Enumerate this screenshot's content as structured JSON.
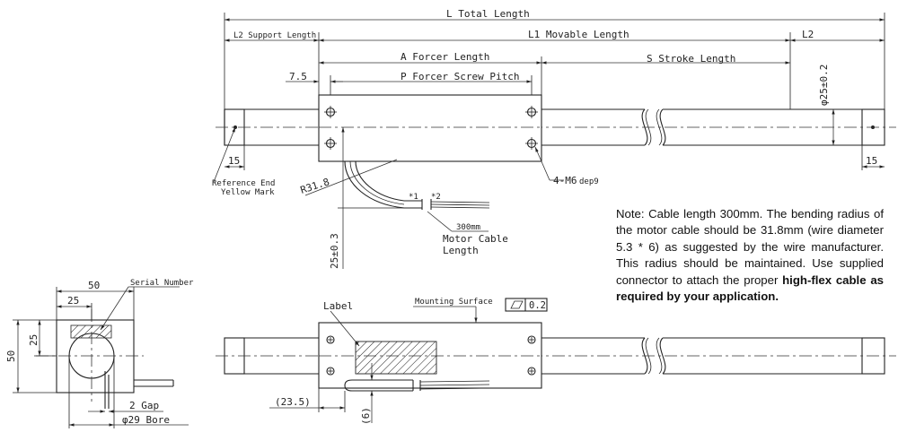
{
  "labels": {
    "total_length": "L Total Length",
    "support_length": "L2 Support Length",
    "movable_length": "L1 Movable Length",
    "l2_right": "L2",
    "forcer_length": "A Forcer Length",
    "stroke_length": "S Stroke Length",
    "forcer_screw_pitch": "P Forcer Screw Pitch",
    "dim_7_5": "7.5",
    "dia_25": "φ25±0.2",
    "dim_15_left": "15",
    "dim_15_right": "15",
    "reference_end_1": "Reference End",
    "reference_end_2": "Yellow Mark",
    "radius": "R31.8",
    "screws": "4-M6",
    "screws_dep": "dep9",
    "mark1": "*1",
    "mark2": "*2",
    "cable_len": "300mm",
    "motor_cable_1": "Motor Cable",
    "motor_cable_2": "Length",
    "dim_25_03": "25±0.3",
    "dim_50_top": "50",
    "serial_number": "Serial Number",
    "dim_25_top": "25",
    "dim_25_side": "25",
    "dim_50_side": "50",
    "gap": "2 Gap",
    "bore": "φ29 Bore",
    "label": "Label",
    "mounting_surface": "Mounting Surface",
    "flatness": "0.2",
    "dim_23_5": "(23.5)",
    "dim_6": "(6)"
  },
  "note": {
    "text": "Note: Cable length 300mm. The bending radius of the motor cable should be 31.8mm (wire diameter 5.3 * 6) as suggested by the wire manufacturer. This radius should be maintained. Use supplied connector to attach the proper ",
    "bold": "high-flex cable as required by your application."
  }
}
